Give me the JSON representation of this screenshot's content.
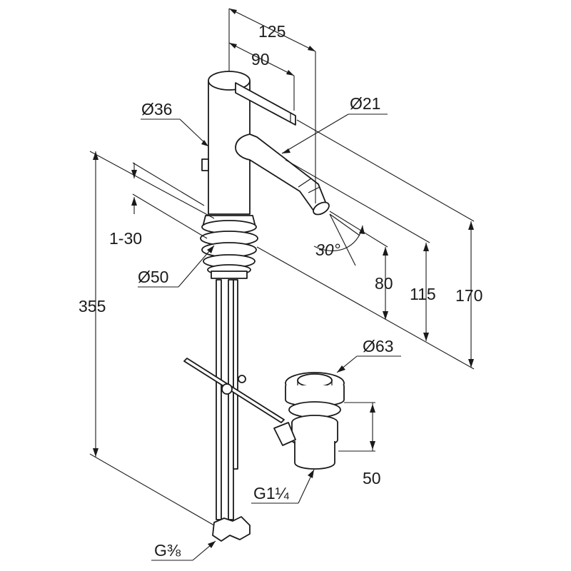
{
  "dimensions": {
    "d125": "125",
    "d90": "90",
    "dia36": "Ø36",
    "dia21": "Ø21",
    "range": "1-30",
    "dia50": "Ø50",
    "angle": "30°",
    "d80": "80",
    "d115": "115",
    "d170": "170",
    "d355": "355",
    "dia63": "Ø63",
    "d50": "50",
    "thread_waste": "G1¼",
    "thread_supply": "G⅜"
  },
  "colors": {
    "line": "#1a1a1a",
    "background": "#ffffff"
  }
}
